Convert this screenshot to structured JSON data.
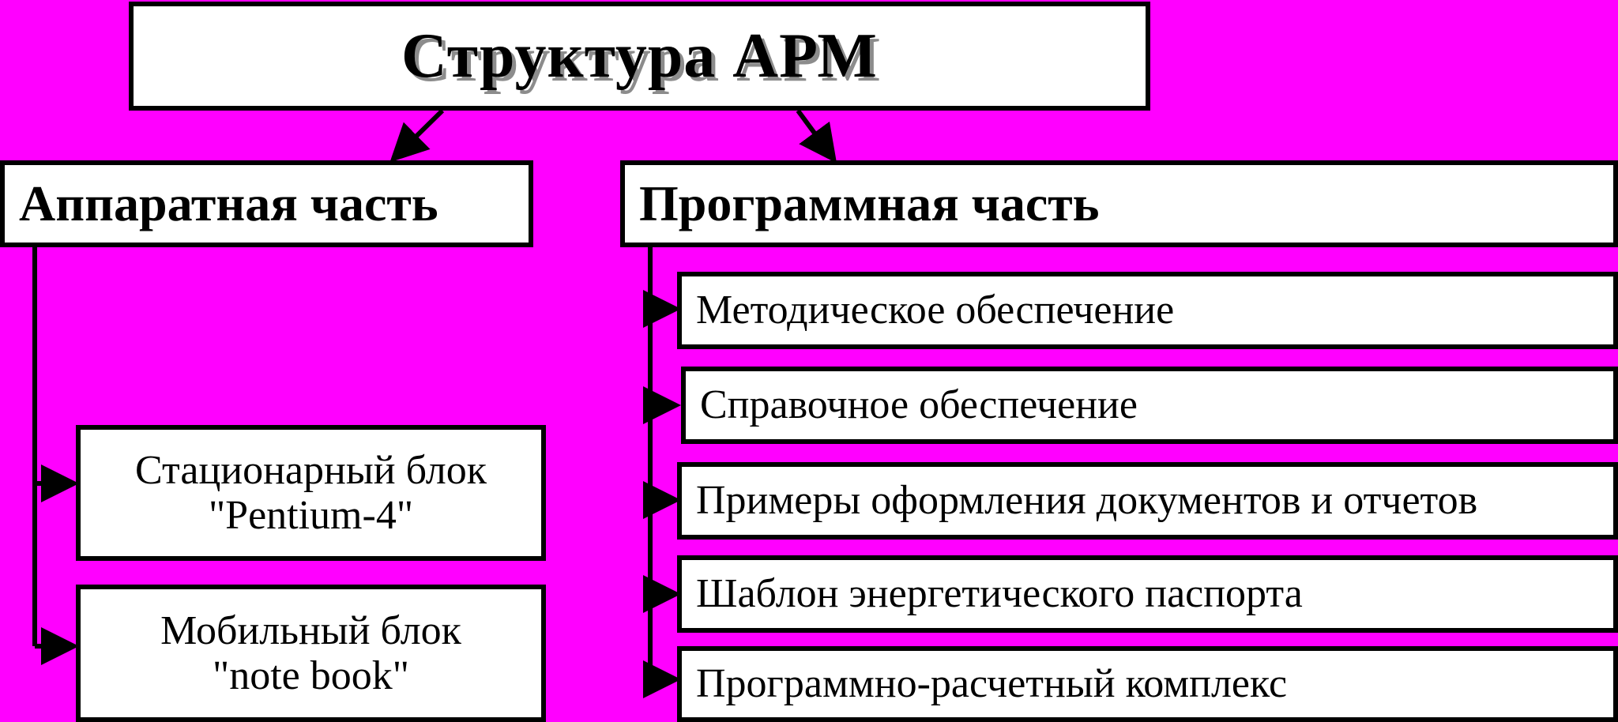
{
  "title": "Структура АРМ",
  "hardware": {
    "heading": "Аппаратная часть",
    "items": [
      {
        "line1": "Стационарный блок",
        "line2": "\"Pentium-4\""
      },
      {
        "line1": "Мобильный блок",
        "line2": "\"note book\""
      }
    ]
  },
  "software": {
    "heading": "Программная часть",
    "items": [
      "Методическое обеспечение",
      "Справочное обеспечение",
      "Примеры оформления документов и отчетов",
      "Шаблон энергетического паспорта",
      "Программно-расчетный комплекс"
    ]
  },
  "colors": {
    "background": "#ff00ff",
    "box_fill": "#ffffff",
    "line": "#000000"
  }
}
